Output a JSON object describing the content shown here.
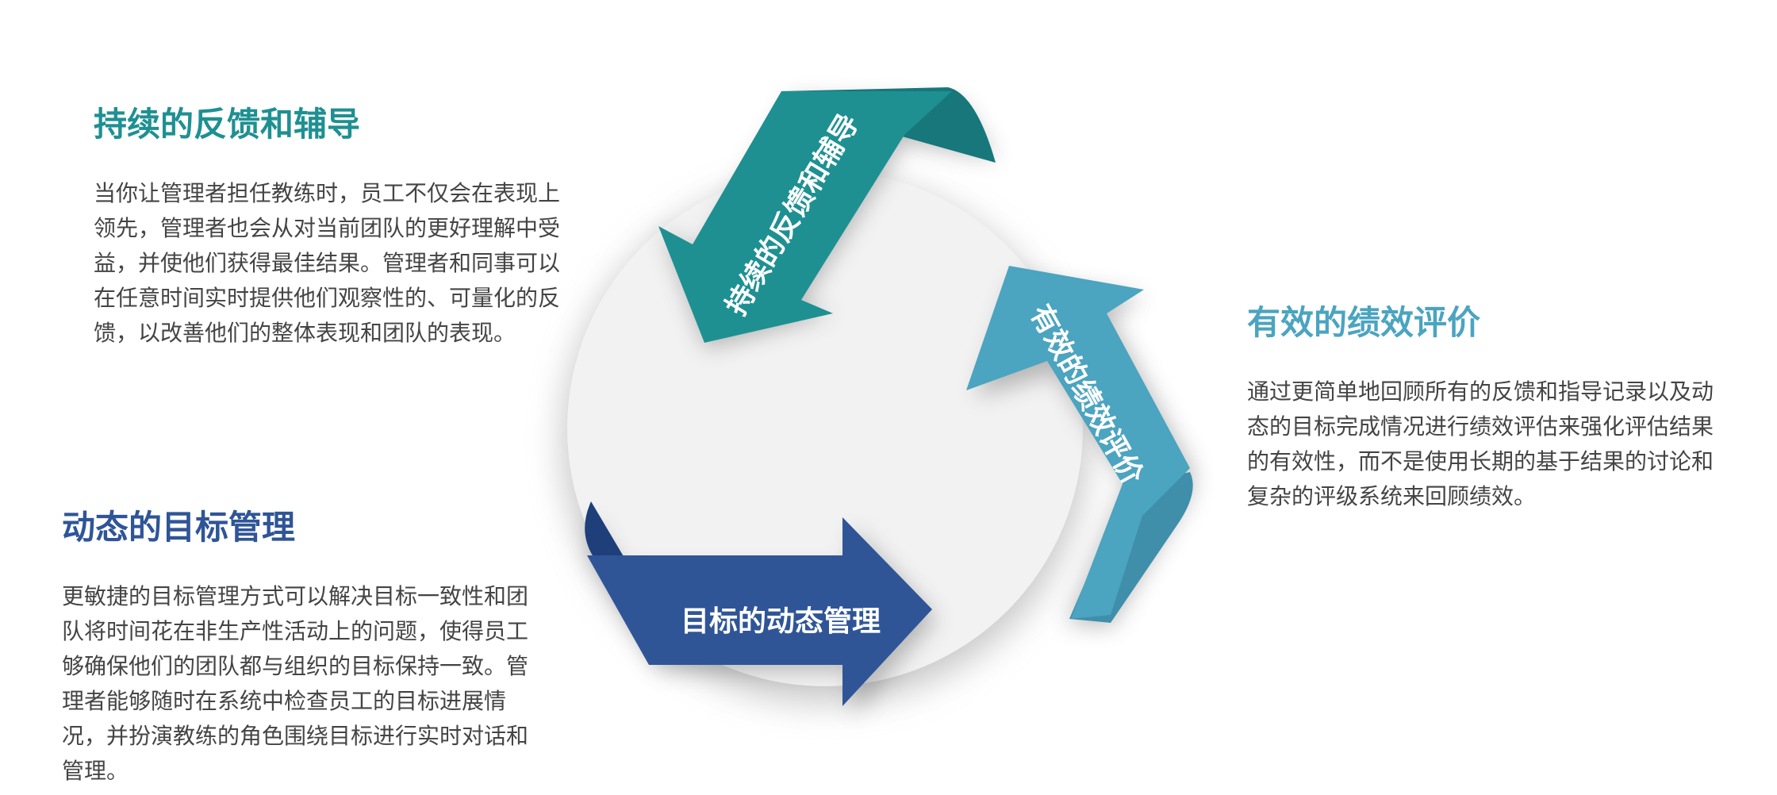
{
  "colors": {
    "feedback": "#1e9092",
    "evaluation": "#4ba4c0",
    "goal": "#2f5597",
    "circle": "#f2f2f2",
    "body_text": "#444444"
  },
  "blocks": {
    "feedback": {
      "title": "持续的反馈和辅导",
      "body": "当你让管理者担任教练时，员工不仅会在表现上领先，管理者也会从对当前团队的更好理解中受益，并使他们获得最佳结果。管理者和同事可以在任意时间实时提供他们观察性的、可量化的反馈，以改善他们的整体表现和团队的表现。"
    },
    "evaluation": {
      "title": "有效的绩效评价",
      "body": "通过更简单地回顾所有的反馈和指导记录以及动态的目标完成情况进行绩效评估来强化评估结果的有效性，而不是使用长期的基于结果的讨论和复杂的评级系统来回顾绩效。"
    },
    "goal": {
      "title": "动态的目标管理",
      "body": "更敏捷的目标管理方式可以解决目标一致性和团队将时间花在非生产性活动上的问题，使得员工够确保他们的团队都与组织的目标保持一致。管理者能够随时在系统中检查员工的目标进展情况，并扮演教练的角色围绕目标进行实时对话和管理。"
    }
  },
  "arrows": {
    "feedback_label": "持续的反馈和辅导",
    "evaluation_label": "有效的绩效评价",
    "goal_label": "目标的动态管理"
  }
}
